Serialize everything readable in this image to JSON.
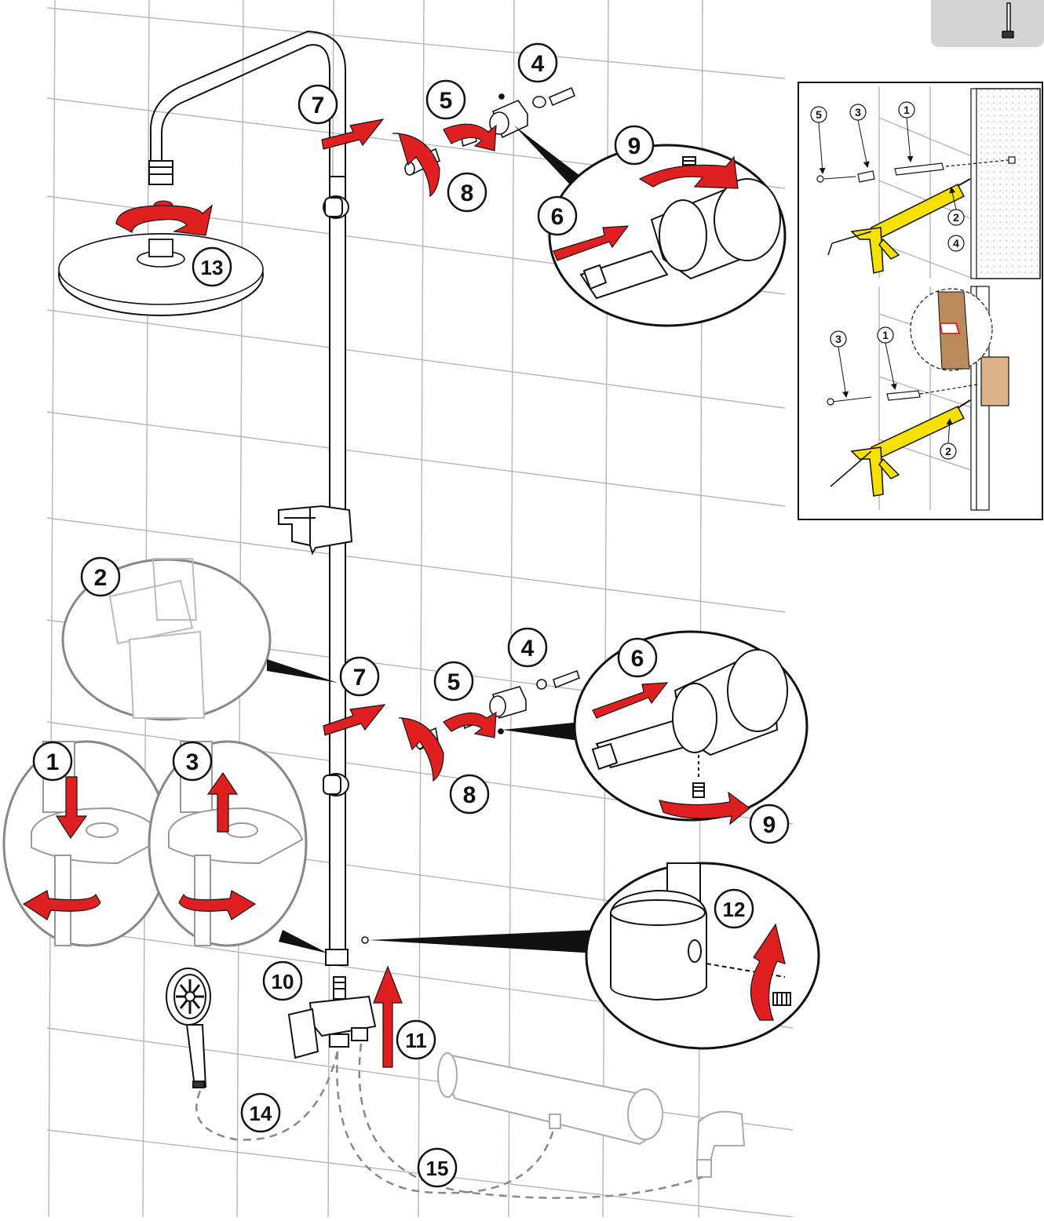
{
  "step_numbers": {
    "n1": "1",
    "n2": "2",
    "n3": "3",
    "n4a": "4",
    "n4b": "4",
    "n5a": "5",
    "n5b": "5",
    "n6a": "6",
    "n6b": "6",
    "n7a": "7",
    "n7b": "7",
    "n8a": "8",
    "n8b": "8",
    "n9a": "9",
    "n9b": "9",
    "n10": "10",
    "n11": "11",
    "n12": "12",
    "n13": "13",
    "n14": "14",
    "n15": "15"
  },
  "inset_tile": {
    "t1": "5",
    "t2": "3",
    "t3": "1",
    "t4": "2",
    "t5": "4"
  },
  "inset_wood": {
    "w1": "3",
    "w2": "1",
    "w3": "2"
  },
  "colors": {
    "arrow": "#e02020",
    "line": "#111111",
    "tile_line": "#b0b0b0",
    "gun": "#f5e000",
    "corner_tab": "#d4d4d4",
    "wood": "#b88a5c",
    "concrete": "#e8e8e8"
  },
  "icons": [
    "shower-mini-icon",
    "caulking-gun-icon",
    "hand-shower-icon",
    "drill-bit-icon",
    "screw-icon",
    "wall-plug-icon"
  ]
}
